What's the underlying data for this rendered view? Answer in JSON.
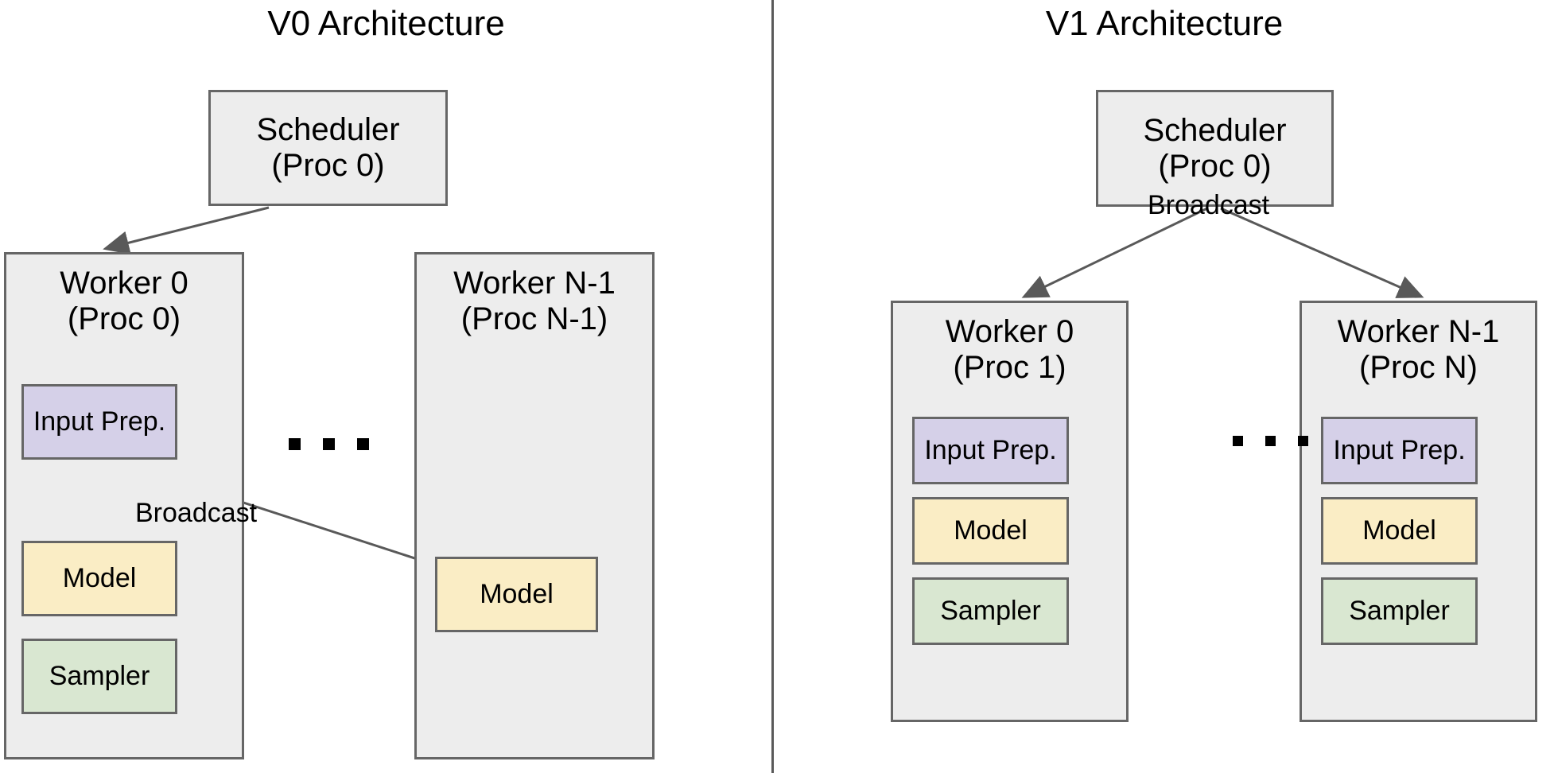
{
  "diagram": {
    "kind": "architecture-comparison",
    "background_color": "#ffffff",
    "divider_color": "#5a5a5a",
    "colors": {
      "container_fill": "#ededed",
      "container_stroke": "#666666",
      "input_prep_fill": "#d5d0e8",
      "model_fill": "#faedc5",
      "sampler_fill": "#d9e7d1",
      "arrow_stroke": "#595959",
      "text": "#000000"
    }
  },
  "panels": [
    {
      "id": "v0",
      "title": "V0 Architecture",
      "scheduler": {
        "label": "Scheduler\n(Proc 0)"
      },
      "workers": [
        {
          "id": "v0-worker-0",
          "label": "Worker 0\n(Proc 0)",
          "components": [
            {
              "id": "input-prep",
              "label": "Input Prep."
            },
            {
              "id": "model",
              "label": "Model"
            },
            {
              "id": "sampler",
              "label": "Sampler"
            }
          ]
        },
        {
          "id": "v0-worker-n1",
          "label": "Worker N-1\n(Proc N-1)",
          "components": [
            {
              "id": "model",
              "label": "Model"
            }
          ]
        }
      ],
      "edge_labels": [
        {
          "id": "broadcast",
          "label": "Broadcast"
        }
      ],
      "ellipsis": "..."
    },
    {
      "id": "v1",
      "title": "V1 Architecture",
      "scheduler": {
        "label": "Scheduler\n(Proc 0)"
      },
      "workers": [
        {
          "id": "v1-worker-0",
          "label": "Worker 0\n(Proc 1)",
          "components": [
            {
              "id": "input-prep",
              "label": "Input Prep."
            },
            {
              "id": "model",
              "label": "Model"
            },
            {
              "id": "sampler",
              "label": "Sampler"
            }
          ]
        },
        {
          "id": "v1-worker-n1",
          "label": "Worker N-1\n(Proc N)",
          "components": [
            {
              "id": "input-prep",
              "label": "Input Prep."
            },
            {
              "id": "model",
              "label": "Model"
            },
            {
              "id": "sampler",
              "label": "Sampler"
            }
          ]
        }
      ],
      "edge_labels": [
        {
          "id": "broadcast",
          "label": "Broadcast"
        }
      ],
      "ellipsis": "..."
    }
  ]
}
